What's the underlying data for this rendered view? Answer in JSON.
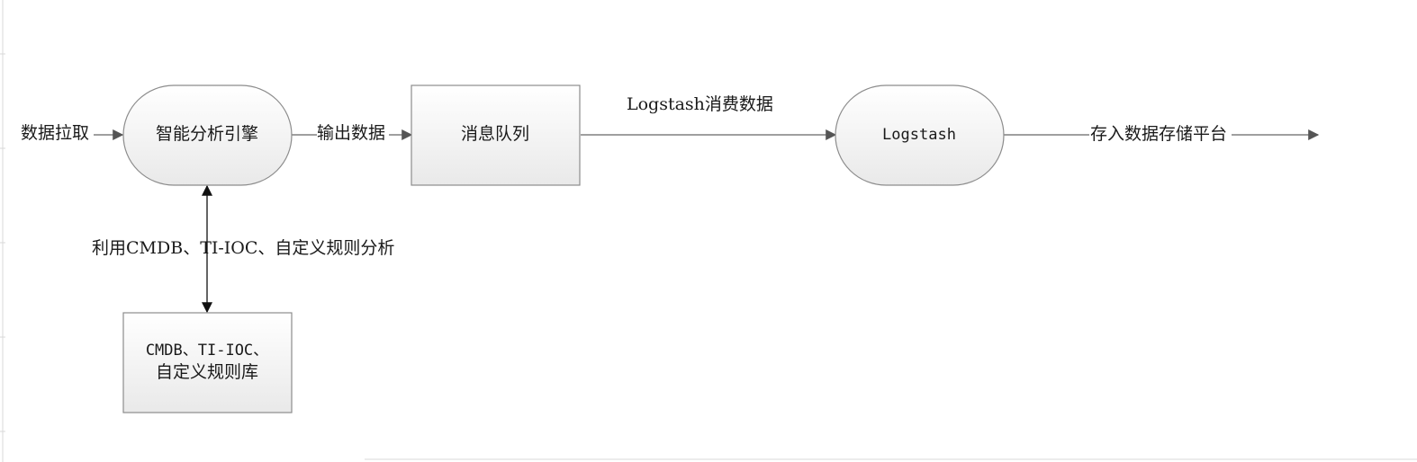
{
  "diagram": {
    "nodes": {
      "engine": {
        "label": "智能分析引擎"
      },
      "queue": {
        "label": "消息队列"
      },
      "logstash": {
        "label": "Logstash"
      },
      "rules": {
        "line1": "CMDB、TI-IOC、",
        "line2": "自定义规则库"
      }
    },
    "edges": {
      "pull": {
        "label": "数据拉取"
      },
      "output": {
        "label": "输出数据"
      },
      "consume": {
        "label": "Logstash消费数据"
      },
      "store": {
        "label": "存入数据存储平台"
      },
      "analyze": {
        "label": "利用CMDB、TI-IOC、自定义规则分析"
      }
    },
    "colors": {
      "stroke": "#8c8c8c",
      "arrow": "#555555",
      "fill_top": "#ffffff",
      "fill_bottom": "#e9e9e9",
      "text": "#1a1a1a"
    }
  }
}
